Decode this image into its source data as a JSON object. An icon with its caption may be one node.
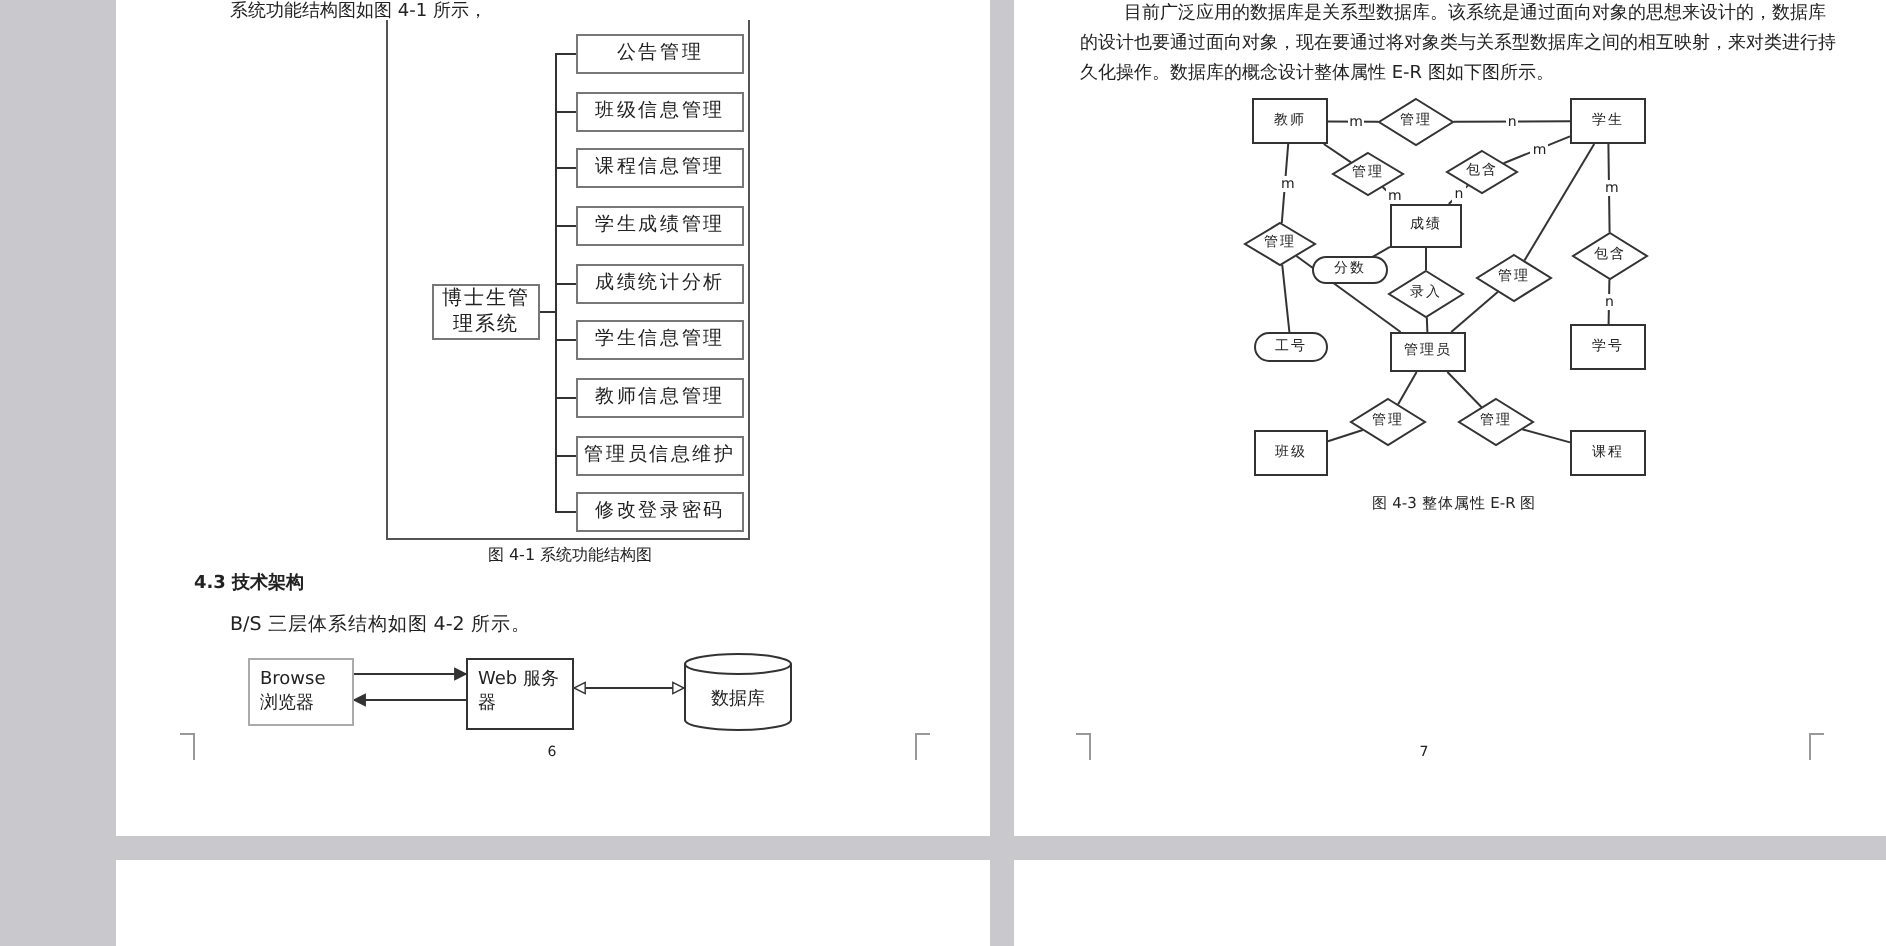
{
  "diagram": {
    "nodes": [
      {
        "text": [
          "博士生管理系统"
        ]
      },
      {
        "text": [
          "公告管理"
        ]
      },
      {
        "text": [
          "班级信息管理"
        ]
      },
      {
        "text": [
          "课程信息管理"
        ]
      },
      {
        "text": [
          "学生成绩管理"
        ]
      },
      {
        "text": [
          "成绩统计分析"
        ]
      },
      {
        "text": [
          "学生信息管理"
        ]
      },
      {
        "text": [
          "教师信息管理"
        ]
      },
      {
        "text": [
          "管理员信息维护"
        ]
      },
      {
        "text": [
          "修改登录密码"
        ]
      },
      {
        "text": [
          "Browse 浏览器"
        ]
      },
      {
        "text": [
          "Web 服务器"
        ]
      },
      {
        "text": [
          "数据库"
        ]
      },
      {
        "text": [
          "教师"
        ]
      },
      {
        "text": [
          "管理"
        ]
      },
      {
        "text": [
          "学生"
        ]
      },
      {
        "text": [
          "管理"
        ]
      },
      {
        "text": [
          "包含"
        ]
      },
      {
        "text": [
          "成绩"
        ]
      },
      {
        "text": [
          "管理"
        ]
      },
      {
        "text": [
          "分数"
        ]
      },
      {
        "text": [
          "录入"
        ]
      },
      {
        "text": [
          "管理"
        ]
      },
      {
        "text": [
          "包含"
        ]
      },
      {
        "text": [
          "工号"
        ]
      },
      {
        "text": [
          "管理员"
        ]
      },
      {
        "text": [
          "学号"
        ]
      },
      {
        "text": [
          "管理"
        ]
      },
      {
        "text": [
          "管理"
        ]
      },
      {
        "text": [
          "班级"
        ]
      },
      {
        "text": [
          "课程"
        ]
      }
    ],
    "edges": [
      {
        "from": 0,
        "to": 1,
        "arrow": "none"
      },
      {
        "from": 0,
        "to": 2,
        "arrow": "none"
      },
      {
        "from": 0,
        "to": 3,
        "arrow": "none"
      },
      {
        "from": 0,
        "to": 4,
        "arrow": "none"
      },
      {
        "from": 0,
        "to": 5,
        "arrow": "none"
      },
      {
        "from": 0,
        "to": 6,
        "arrow": "none"
      },
      {
        "from": 0,
        "to": 7,
        "arrow": "none"
      },
      {
        "from": 0,
        "to": 8,
        "arrow": "none"
      },
      {
        "from": 0,
        "to": 9,
        "arrow": "none"
      },
      {
        "from": 10,
        "to": 11,
        "arrow": "to"
      },
      {
        "from": 11,
        "to": 10,
        "arrow": "to"
      },
      {
        "from": 11,
        "to": 12,
        "arrow": "both"
      },
      {
        "from": 13,
        "to": 14,
        "arrow": "none",
        "label": "m"
      },
      {
        "from": 14,
        "to": 15,
        "arrow": "none",
        "label": "n"
      },
      {
        "from": 13,
        "to": 16,
        "arrow": "none"
      },
      {
        "from": 16,
        "to": 18,
        "arrow": "none",
        "label": "m"
      },
      {
        "from": 15,
        "to": 17,
        "arrow": "none",
        "label": "m"
      },
      {
        "from": 17,
        "to": 18,
        "arrow": "none",
        "label": "n"
      },
      {
        "from": 13,
        "to": 19,
        "arrow": "none",
        "label": "m"
      },
      {
        "from": 19,
        "to": 24,
        "arrow": "none"
      },
      {
        "from": 19,
        "to": 25,
        "arrow": "none"
      },
      {
        "from": 18,
        "to": 20,
        "arrow": "none"
      },
      {
        "from": 18,
        "to": 21,
        "arrow": "none"
      },
      {
        "from": 21,
        "to": 25,
        "arrow": "none"
      },
      {
        "from": 15,
        "to": 22,
        "arrow": "none"
      },
      {
        "from": 22,
        "to": 25,
        "arrow": "none"
      },
      {
        "from": 15,
        "to": 23,
        "arrow": "none",
        "label": "m"
      },
      {
        "from": 23,
        "to": 26,
        "arrow": "none",
        "label": "n"
      },
      {
        "from": 25,
        "to": 27,
        "arrow": "none"
      },
      {
        "from": 27,
        "to": 29,
        "arrow": "none"
      },
      {
        "from": 25,
        "to": 28,
        "arrow": "none"
      },
      {
        "from": 28,
        "to": 30,
        "arrow": "none"
      }
    ],
    "labels": [
      "系统功能结构图如图 4-1 所示，",
      "图 4-1 系统功能结构图",
      "4.3 技术架构",
      "B/S 三层体系结构如图 4-2 所示。",
      "6",
      "目前广泛应用的数据库是关系型数据库。该系统是通过面向对象的思想来设计的，数据库的设计也要通过面向对象，现在要通过将对象类与关系型数据库之间的相互映射，来对类进行持久化操作。数据库的概念设计整体属性 E-R 图如下图所示。",
      "图 4-3 整体属性 E-R 图",
      "7"
    ]
  }
}
